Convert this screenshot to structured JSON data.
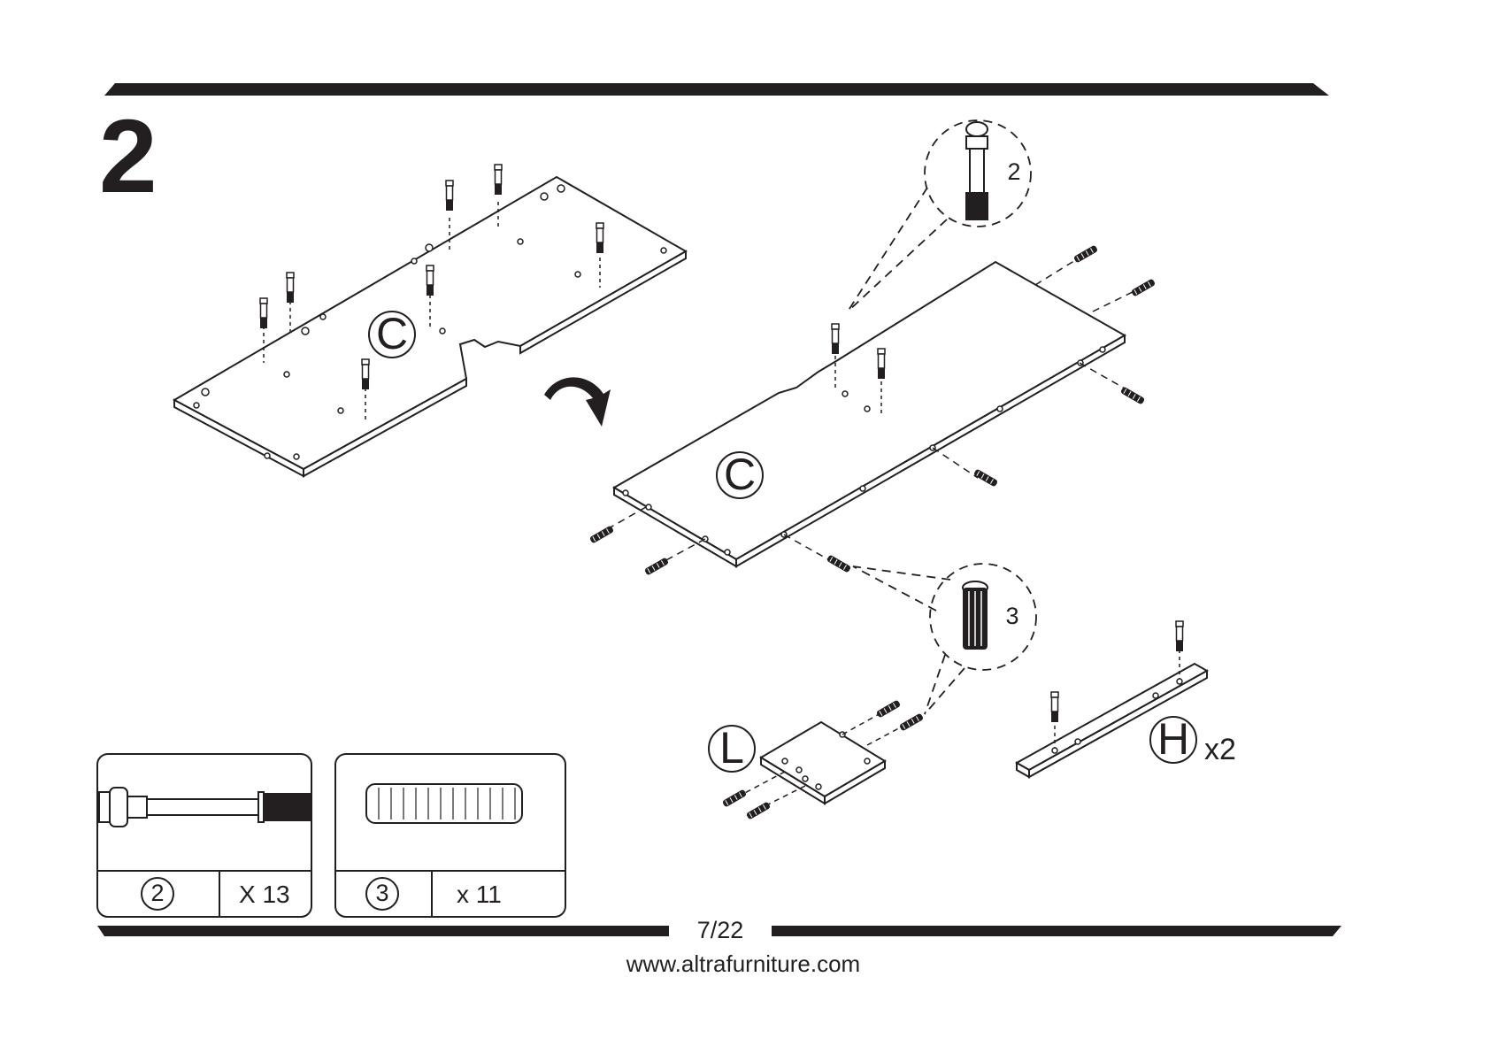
{
  "step": {
    "number": "2"
  },
  "labels": {
    "panel_top": "C",
    "panel_flipped": "C",
    "part_l": "L",
    "part_h": "H",
    "part_h_qty": "x2",
    "callout_cam_bolt": "2",
    "callout_dowel": "3"
  },
  "hardware": [
    {
      "id": "2",
      "name": "cam-bolt",
      "quantity": "X 13"
    },
    {
      "id": "3",
      "name": "wood-dowel",
      "quantity": "x 11"
    }
  ],
  "footer": {
    "page": "7/22",
    "website": "www.altrafurniture.com"
  },
  "colors": {
    "ink": "#231f20",
    "paper": "#ffffff"
  },
  "icons": [
    "rotate-arrow-icon",
    "cam-bolt-icon",
    "dowel-icon"
  ]
}
